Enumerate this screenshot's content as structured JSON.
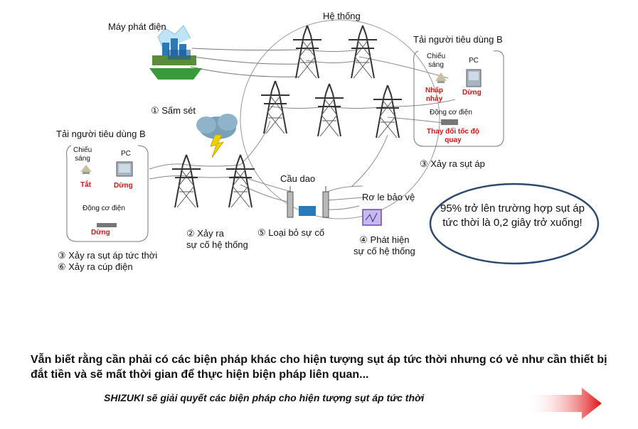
{
  "labels": {
    "system": "Hệ thống",
    "generator": "Máy phát điện",
    "load_b_right": "Tải người tiêu dùng B",
    "load_b_left": "Tải người tiêu dùng B",
    "lightning": "① Sấm sét",
    "step2": "② Xảy ra\nsự cố hệ thống",
    "step3_right": "③ Xảy ra sụt áp",
    "step3_left": "③ Xảy ra sụt áp tức thời",
    "step6": "⑥ Xảy ra cúp điện",
    "breaker": "Cầu dao",
    "relay": "Rơ le bảo vệ",
    "step4": "④ Phát hiện\nsự cố hệ thống",
    "step5": "⑤ Loại bỏ sự cố"
  },
  "right_load": {
    "lighting": "Chiếu\nsáng",
    "pc": "PC",
    "flicker": "Nhấp\nnháy",
    "stop": "Dừng",
    "motor": "Động cơ điện",
    "speed_change": "Thay đổi tốc độ\nquay"
  },
  "left_load": {
    "lighting": "Chiếu\nsáng",
    "pc": "PC",
    "off": "Tắt",
    "stop_pc": "Dừng",
    "motor": "Động cơ điện",
    "stop_motor": "Dừng"
  },
  "ellipse_text": "95% trở lên trường hợp sụt áp tức thời là 0,2 giây trở xuống!",
  "bottom": {
    "main": "Vẫn biết rằng cần phải có các biện pháp khác cho hiện tượng sụt áp tức thời nhưng có vẻ như cần thiết bị đắt tiền và sẽ mất thời gian để thực hiện biện pháp liên quan...",
    "italic": "SHIZUKI sẽ giải quyết các biện pháp cho hiện tượng sụt áp tức thời"
  },
  "colors": {
    "ellipse_border": "#2c4a6e",
    "red_text": "#e01010",
    "arrow": "#e01010"
  }
}
